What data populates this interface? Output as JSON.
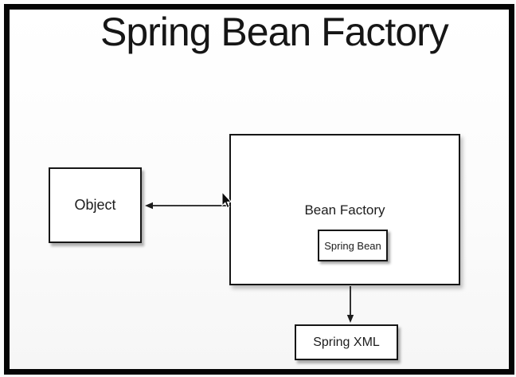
{
  "title": {
    "text": "Spring Bean Factory"
  },
  "diagram": {
    "nodes": {
      "object": {
        "label": "Object"
      },
      "bean_factory": {
        "label": "Bean Factory"
      },
      "spring_bean": {
        "label": "Spring Bean"
      },
      "spring_xml": {
        "label": "Spring XML"
      }
    },
    "edges": [
      {
        "from": "bean_factory",
        "to": "object",
        "style": "arrow-left"
      },
      {
        "from": "bean_factory",
        "to": "spring_xml",
        "style": "arrow-down"
      }
    ]
  },
  "colors": {
    "ink": "#141414",
    "line": "#1c1c1c",
    "box_bg": "#ffffff",
    "frame": "#050505",
    "page_bg": "#fcfcfc"
  }
}
